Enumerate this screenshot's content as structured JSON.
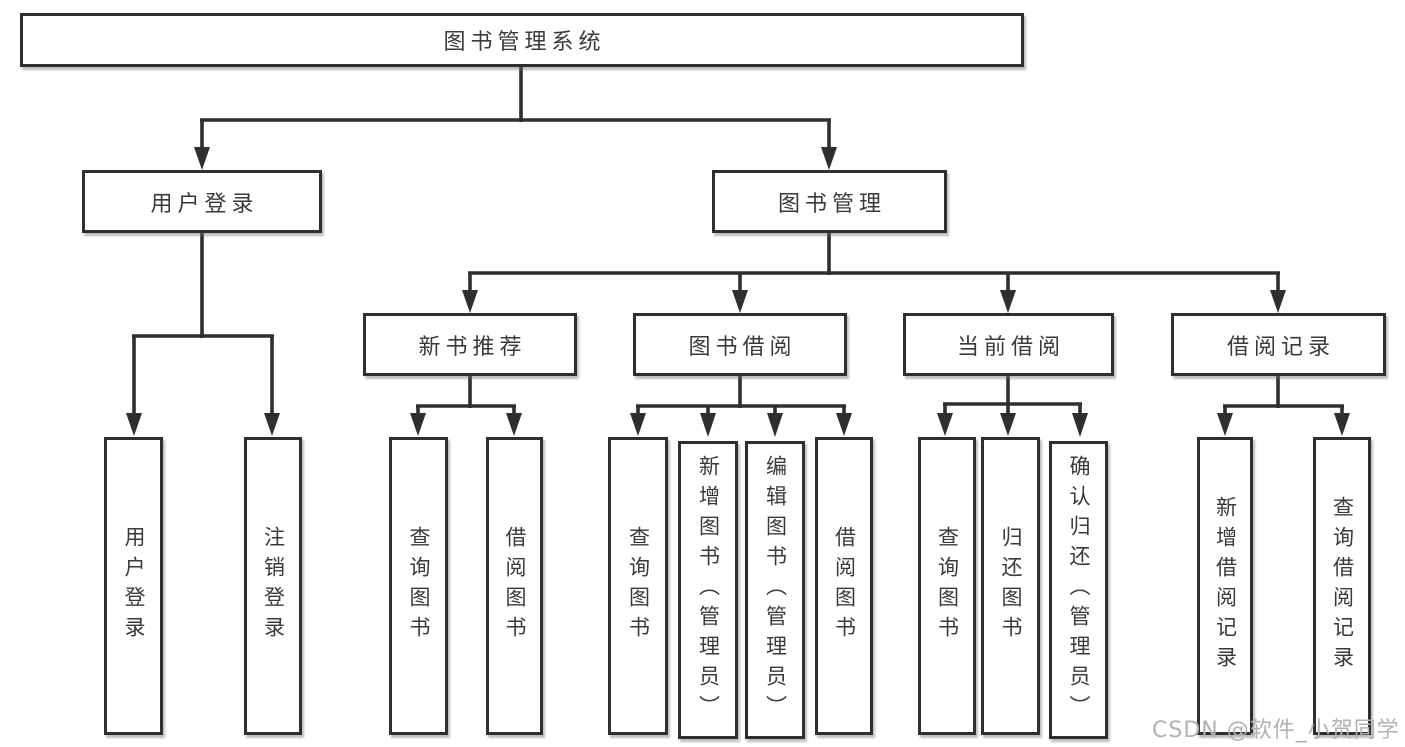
{
  "diagram": {
    "root": {
      "label": "图书管理系统"
    },
    "branches": [
      {
        "label": "用户登录",
        "children": [
          {
            "label": "用户登录"
          },
          {
            "label": "注销登录"
          }
        ]
      },
      {
        "label": "图书管理",
        "children": [
          {
            "label": "新书推荐",
            "children": [
              {
                "label": "查询图书"
              },
              {
                "label": "借阅图书"
              }
            ]
          },
          {
            "label": "图书借阅",
            "children": [
              {
                "label": "查询图书"
              },
              {
                "label": "新增图书（管理员）"
              },
              {
                "label": "编辑图书（管理员）"
              },
              {
                "label": "借阅图书"
              }
            ]
          },
          {
            "label": "当前借阅",
            "children": [
              {
                "label": "查询图书"
              },
              {
                "label": "归还图书"
              },
              {
                "label": "确认归还（管理员）"
              }
            ]
          },
          {
            "label": "借阅记录",
            "children": [
              {
                "label": "新增借阅记录"
              },
              {
                "label": "查询借阅记录"
              }
            ]
          }
        ]
      }
    ]
  },
  "watermark": {
    "text": "CSDN @软件_小贺同学"
  },
  "colors": {
    "background": "#ffffff",
    "line": "#2f2f2f",
    "text": "#3a3a3a",
    "watermark": "#b2b2b2"
  }
}
